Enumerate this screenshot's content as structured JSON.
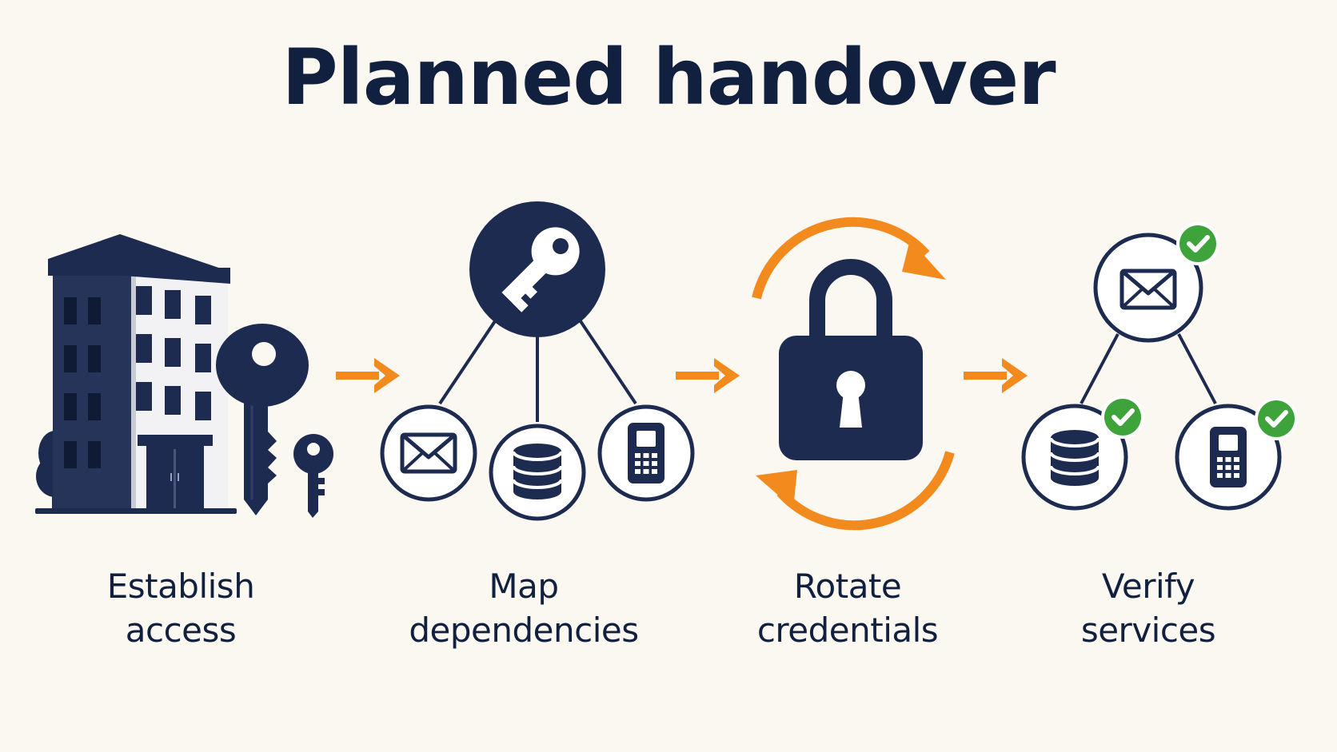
{
  "title": "Planned handover",
  "colors": {
    "navy": "#1c2b4f",
    "accent_orange": "#f28a1e",
    "check_green": "#3ea33a",
    "background": "#fbf8f1"
  },
  "steps": [
    {
      "line1": "Establish",
      "line2": "access",
      "icons": [
        "office-building-icon",
        "large-key-icon",
        "small-key-icon",
        "tree-icon"
      ]
    },
    {
      "line1": "Map",
      "line2": "dependencies",
      "icons": [
        "key-icon",
        "mail-icon",
        "database-icon",
        "phone-icon"
      ]
    },
    {
      "line1": "Rotate",
      "line2": "credentials",
      "icons": [
        "padlock-icon",
        "rotate-arrows-icon"
      ]
    },
    {
      "line1": "Verify",
      "line2": "services",
      "icons": [
        "mail-icon",
        "database-icon",
        "phone-icon",
        "check-icon"
      ]
    }
  ],
  "flow_arrows": [
    "arrow-right-icon",
    "arrow-right-icon",
    "arrow-right-icon"
  ]
}
